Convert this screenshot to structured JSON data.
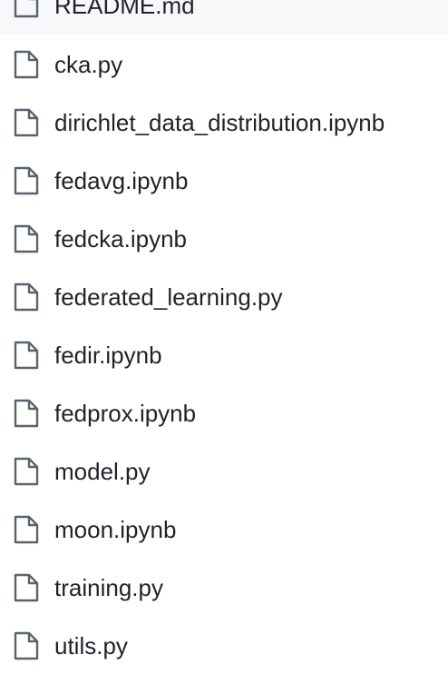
{
  "files": [
    {
      "name": "README.md",
      "icon": "file-icon",
      "highlighted": true
    },
    {
      "name": "cka.py",
      "icon": "file-icon"
    },
    {
      "name": "dirichlet_data_distribution.ipynb",
      "icon": "file-icon"
    },
    {
      "name": "fedavg.ipynb",
      "icon": "file-icon"
    },
    {
      "name": "fedcka.ipynb",
      "icon": "file-icon"
    },
    {
      "name": "federated_learning.py",
      "icon": "file-icon"
    },
    {
      "name": "fedir.ipynb",
      "icon": "file-icon"
    },
    {
      "name": "fedprox.ipynb",
      "icon": "file-icon"
    },
    {
      "name": "model.py",
      "icon": "file-icon"
    },
    {
      "name": "moon.ipynb",
      "icon": "file-icon"
    },
    {
      "name": "training.py",
      "icon": "file-icon"
    },
    {
      "name": "utils.py",
      "icon": "file-icon"
    }
  ],
  "colors": {
    "text": "#1f2328",
    "icon_stroke": "#59636e",
    "row_highlight": "#f6f8fa"
  }
}
